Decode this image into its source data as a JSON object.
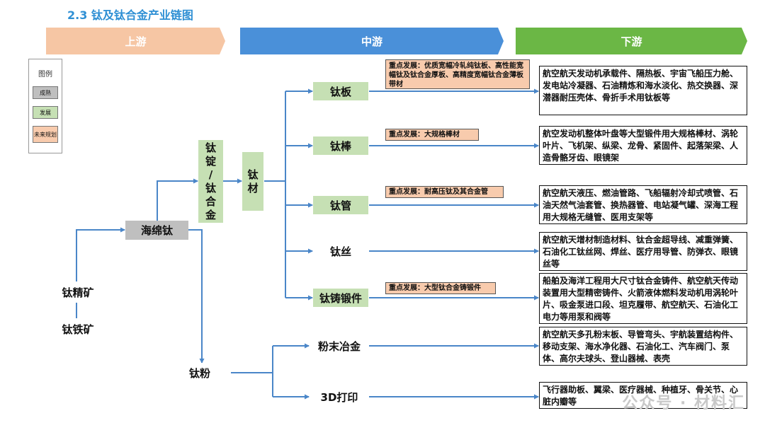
{
  "title": "2.3  钛及钛合金产业链图",
  "bands": {
    "up": "上游",
    "mid": "中游",
    "down": "下游"
  },
  "legend": {
    "title": "图例",
    "mature": "成熟",
    "developing": "发展",
    "future": "未来规划"
  },
  "nodes": {
    "jingkuang": "钛精矿",
    "tiekuang": "钛铁矿",
    "haimian": "海绵钛",
    "ding": [
      "钛",
      "锭",
      "/",
      "钛",
      "合",
      "金"
    ],
    "taicai": [
      "钛",
      "材"
    ],
    "taifen": "钛粉",
    "ban": "钛板",
    "bang": "钛棒",
    "guan": "钛管",
    "si": "钛丝",
    "zhu": "钛铸锻件",
    "fenmo": "粉末冶金",
    "dayin": "3D打印"
  },
  "focus": {
    "ban": "重点发展：优质宽幅冷轧纯钛板、高性能宽幅钛及钛合金厚板、高精度宽幅钛合金薄板带材",
    "bang": "重点发展：大规格棒材",
    "guan": "重点发展：耐高压钛及其合金管",
    "zhu": "重点发展：大型钛合金铸锻件"
  },
  "apps": {
    "ban": "航空航天发动机承载件、隔热板、宇宙飞船压力舱、发电站冷凝器、石油精炼和海水淡化、热交换器、深潜器耐压壳体、骨折手术用钛板等",
    "bang": "航空发动机整体叶盘等大型锻件用大规格棒材、涡轮叶片、飞机架、纵梁、龙骨、紧固件、起落架梁、人造骨骼牙齿、眼镜架",
    "guan": "航空航天液压、燃油管路、飞船辐射冷却式喷管、石油天然气油套管、换热器管、电站凝气罐、深海工程用大规格无缝管、医用支架等",
    "si": "航空航天增材制造材料、钛合金超导线、减重弹簧、石油化工钛丝网、焊丝、医疗用导管、防弹衣、眼镜丝等",
    "zhu": "船舶及海洋工程用大尺寸钛合金铸件、航空航天传动装置用大型精密铸件、火箭液体燃料发动机用涡轮叶片、吸金泵进口段、坦克履带、航空航天、石油化工电力等用泵和阀等",
    "fenmo": "航空航天多孔粉末板、导管弯头、宇航装置结构件、移动支架、海水净化器、石油化工、汽车阀门、泵体、高尔夫球头、登山器械、表壳",
    "dayin": "飞行器助板、翼梁、医疗器械、种植牙、骨关节、心脏内瓣等"
  },
  "watermark": "公众号 · 材料汇",
  "colors": {
    "line": "#4a86c8",
    "mature": "#bfbfbf",
    "developing": "#c6e0b4",
    "future": "#f8cbad"
  }
}
